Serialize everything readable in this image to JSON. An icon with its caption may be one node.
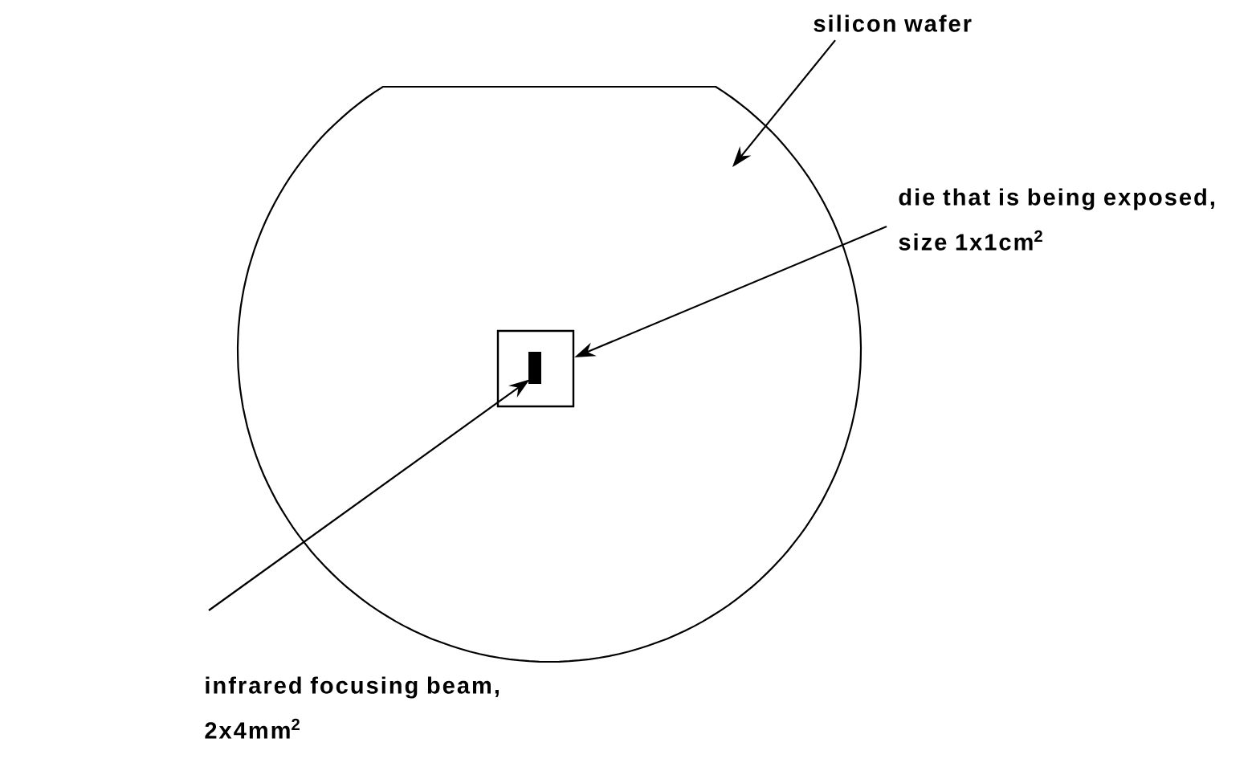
{
  "diagram": {
    "nodes": [
      {
        "text": [
          "silicon wafer"
        ]
      },
      {
        "text": [],
        "shape": "circle"
      },
      {
        "text": [
          "die that is being exposed, size 1x1cm$^{2}$"
        ]
      },
      {
        "text": [],
        "shape": "box",
        "in": 1
      },
      {
        "text": [],
        "shape": "bar",
        "in": 3
      },
      {
        "text": [
          "infrared focusing beam, 2x4mm$^{2}$"
        ]
      }
    ],
    "edges": [
      {
        "from": 0,
        "to": 1,
        "arrow": "to"
      },
      {
        "from": 2,
        "to": 3,
        "arrow": "to"
      },
      {
        "from": 5,
        "to": 4,
        "arrow": "to"
      }
    ]
  }
}
